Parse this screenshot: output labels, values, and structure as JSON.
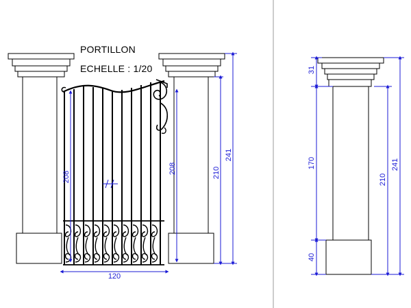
{
  "title": {
    "line1": "PORTILLON",
    "line2": "ECHELLE : 1/20"
  },
  "colors": {
    "ink": "#000000",
    "dimension": "#1a1ad6",
    "fill": "#ffffff",
    "separator": "#9a9a9a"
  },
  "dimensions": {
    "gate_left_height": "208",
    "gate_right_height": "208",
    "gate_width": "120",
    "pillar_height": "210",
    "total_height": "241",
    "side_cap": "31",
    "side_shaft": "170",
    "side_base": "40",
    "side_pillar_height": "210",
    "side_total_height": "241"
  }
}
